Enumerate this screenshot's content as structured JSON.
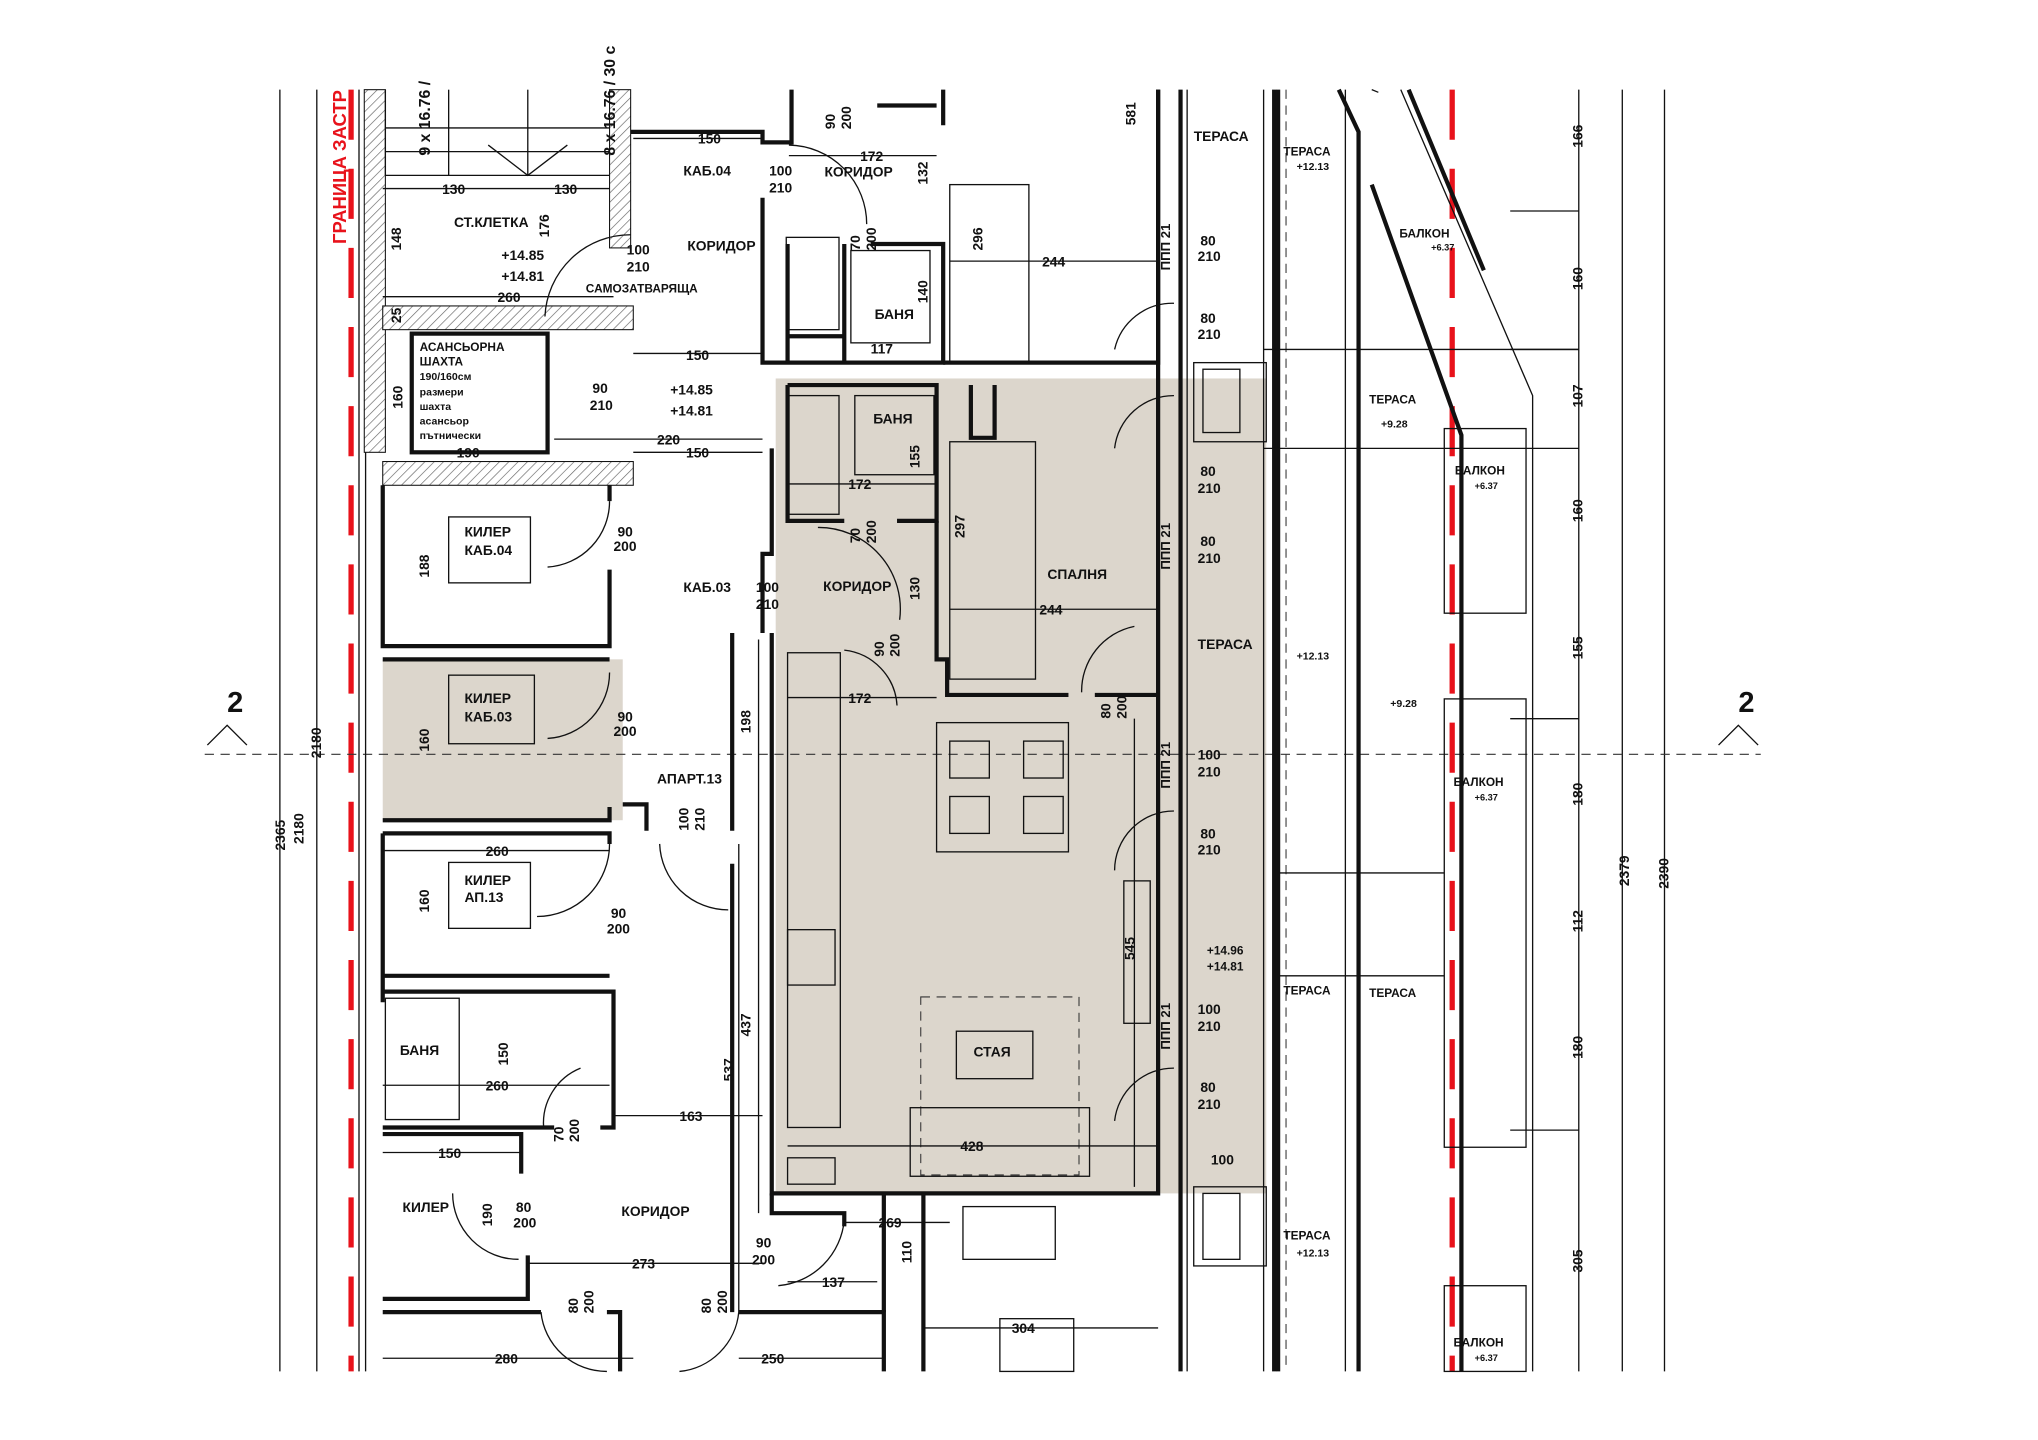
{
  "colors": {
    "apartment_fill": "#dcd6cc",
    "boundary_line": "#e8121b",
    "wall": "#111111"
  },
  "boundary_label": "ГРАНИЦА ЗАСТР",
  "section_marker": "2",
  "stairs": {
    "flight1": "9 x 16.76 /",
    "flight2": "8 x 16.76 / 30 с"
  },
  "rooms": {
    "stair": "СТ.КЛЕТКА",
    "corridor_common": "КОРИДОР",
    "self_closing": "САМОЗАТВАРЯЩА",
    "kab04": "КАБ.04",
    "corridor_kab04": "КОРИДОР",
    "bath_kab04": "БАНЯ",
    "elevator": [
      "АСАНСЬОРНА",
      "ШАХТА",
      "190/160см",
      "размери",
      "шахта",
      "асансьор",
      "пътнически"
    ],
    "bath_ap": "БАНЯ",
    "corridor_ap": "КОРИДОР",
    "bedroom": "СПАЛНЯ",
    "kab03": "КАБ.03",
    "storage_kab04": [
      "КИЛЕР",
      "КАБ.04"
    ],
    "storage_kab03": [
      "КИЛЕР",
      "КАБ.03"
    ],
    "apart13": "АПАРТ.13",
    "storage_ap13": [
      "КИЛЕР",
      "АП.13"
    ],
    "bath_lower": "БАНЯ",
    "storage_lower": "КИЛЕР",
    "corridor_lower": "КОРИДОР",
    "living": "СТАЯ",
    "terrace_top": "ТЕРАСА",
    "terrace_mid": "ТЕРАСА",
    "terrace_r1": "ТЕРАСА",
    "terrace_r2": "ТЕРАСА",
    "terrace_r3": "ТЕРАСА",
    "terrace_r4": "ТЕРАСА",
    "terrace_r5": "ТЕРАСА",
    "balcony1": "БАЛКОН",
    "balcony2": "БАЛКОН",
    "balcony3": "БАЛКОН",
    "balcony4": "БАЛКОН"
  },
  "levels": {
    "stair_top": "+14.85",
    "stair_bot": "+14.81",
    "hall_top": "+14.85",
    "hall_bot": "+14.81",
    "living_top": "+14.96",
    "living_bot": "+14.81",
    "t1": "+12.13",
    "t2": "+12.13",
    "t3": "+12.13",
    "t4": "+9.28",
    "t5": "+9.28",
    "b1": "+6.37",
    "b2": "+6.37",
    "b3": "+6.37",
    "b4": "+6.37"
  },
  "window_type": "ППП 21",
  "dims": {
    "d130a": "130",
    "d130b": "130",
    "d176": "176",
    "d148": "148",
    "d260a": "260",
    "d25": "25",
    "d150a": "150",
    "d172a": "172",
    "d132": "132",
    "d140": "140",
    "d117": "117",
    "d296": "296",
    "d244a": "244",
    "d581": "581",
    "d160a": "160",
    "d190a": "190",
    "d150b": "150",
    "d220": "220",
    "d150c": "150",
    "d155": "155",
    "d172b": "172",
    "d130c": "130",
    "d297": "297",
    "d244b": "244",
    "d172c": "172",
    "d188": "188",
    "d160b": "160",
    "d198": "198",
    "d2180a": "2180",
    "d2365": "2365",
    "d2180b": "2180",
    "d260b": "260",
    "d160c": "160",
    "d150d": "150",
    "d260c": "260",
    "d163": "163",
    "d437": "437",
    "d537": "537",
    "d150e": "150",
    "d190b": "190",
    "d273": "273",
    "d269": "269",
    "d137": "137",
    "d110": "110",
    "d304": "304",
    "d280": "280",
    "d250": "250",
    "d428": "428",
    "d545": "545",
    "d100w": "100",
    "r166": "166",
    "r160a": "160",
    "r107": "107",
    "r160b": "160",
    "r155": "155",
    "r180a": "180",
    "r112": "112",
    "r180b": "180",
    "r305": "305",
    "d2379": "2379",
    "d2390": "2390"
  },
  "doors": {
    "stair": [
      "100",
      "210"
    ],
    "kab04_entry": [
      "100",
      "210"
    ],
    "kab04_top": [
      "90",
      "200"
    ],
    "kab04_bath": [
      "70",
      "200"
    ],
    "elevator_hall": [
      "90",
      "210"
    ],
    "ap_bath": [
      "70",
      "200"
    ],
    "bedroom": [
      "80",
      "200"
    ],
    "ap_corr": [
      "90",
      "200"
    ],
    "kab03_entry": [
      "100",
      "210"
    ],
    "storage_kab04": [
      "90",
      "200"
    ],
    "storage_kab03": [
      "90",
      "200"
    ],
    "apart13": [
      "100",
      "210"
    ],
    "storage_ap13": [
      "90",
      "200"
    ],
    "bath_lower": [
      "70",
      "200"
    ],
    "storage_lower": [
      "80",
      "200"
    ],
    "lower_a": [
      "90",
      "200"
    ],
    "lower_b": [
      "80",
      "200"
    ],
    "lower_c": [
      "80",
      "200"
    ]
  },
  "windows": [
    [
      "80",
      "210"
    ],
    [
      "80",
      "210"
    ],
    [
      "80",
      "210"
    ],
    [
      "80",
      "210"
    ],
    [
      "100",
      "210"
    ],
    [
      "80",
      "210"
    ],
    [
      "100",
      "210"
    ],
    [
      "80",
      "210"
    ]
  ]
}
